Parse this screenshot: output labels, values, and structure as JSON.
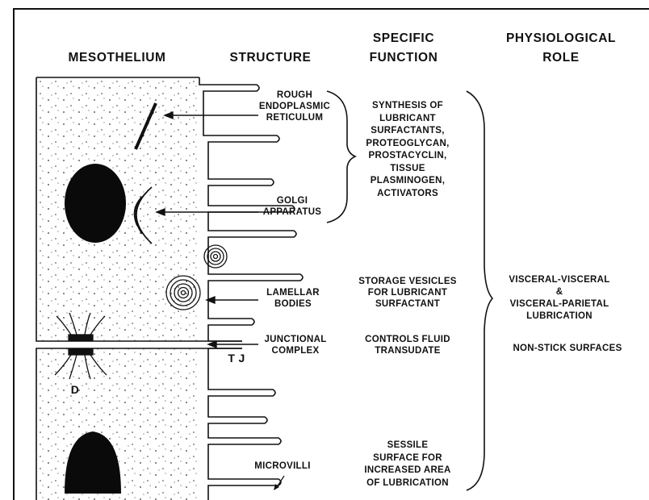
{
  "headers": {
    "mesothelium": "MESOTHELIUM",
    "structure": "STRUCTURE",
    "function_line1": "SPECIFIC",
    "function_line2": "FUNCTION",
    "role_line1": "PHYSIOLOGICAL",
    "role_line2": "ROLE"
  },
  "structures": {
    "rer": [
      "ROUGH",
      "ENDOPLASMIC",
      "RETICULUM"
    ],
    "golgi": [
      "GOLGI",
      "APPARATUS"
    ],
    "lamellar": [
      "LAMELLAR",
      "BODIES"
    ],
    "junctional": [
      "JUNCTIONAL",
      "COMPLEX"
    ],
    "microvilli": "MICROVILLI",
    "tj": "T J",
    "d": "D"
  },
  "functions": {
    "synthesis": [
      "SYNTHESIS OF",
      "LUBRICANT",
      "SURFACTANTS,",
      "PROTEOGLYCAN,",
      "PROSTACYCLIN,",
      "TISSUE",
      "PLASMINOGEN,",
      "ACTIVATORS"
    ],
    "storage": [
      "STORAGE VESICLES",
      "FOR LUBRICANT",
      "SURFACTANT"
    ],
    "controls": [
      "CONTROLS FLUID",
      "TRANSUDATE"
    ],
    "sessile": [
      "SESSILE",
      "SURFACE FOR",
      "INCREASED AREA",
      "OF LUBRICATION"
    ]
  },
  "roles": {
    "lubrication": [
      "VISCERAL-VISCERAL",
      "&",
      "VISCERAL-PARIETAL",
      "LUBRICATION"
    ],
    "nonstick": "NON-STICK SURFACES"
  },
  "colors": {
    "ink": "#111111",
    "paper": "#ffffff"
  }
}
